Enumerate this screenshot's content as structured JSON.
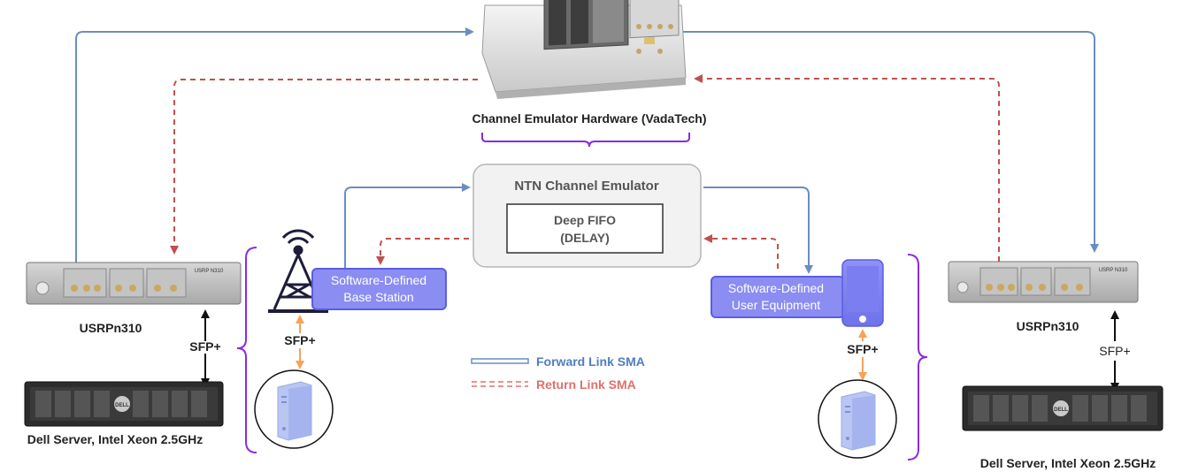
{
  "colors": {
    "forward": "#6a8ec3",
    "return": "#c0504d",
    "sfp_local": "#f5a25a",
    "brace": "#8a2be2",
    "device_box": "#8b8df2",
    "device_box_border": "#5a5ee0",
    "emulator_fill": "#f2f2f2",
    "emulator_border": "#b5b5b5",
    "text_dark": "#222222",
    "text_emulator": "#555555",
    "legend_forward_text": "#4f7ec0",
    "legend_return_text": "#e0706a"
  },
  "labels": {
    "channel_emulator_hw": "Channel Emulator Hardware (VadaTech)",
    "ntn_emulator_title": "NTN Channel Emulator",
    "fifo_line1": "Deep FIFO",
    "fifo_line2": "(DELAY)",
    "bs_line1": "Software-Defined",
    "bs_line2": "Base Station",
    "ue_line1": "Software-Defined",
    "ue_line2": "User Equipment",
    "usrp_left": "USRPn310",
    "usrp_right": "USRPn310",
    "usrp_panel_brand": "USRP N310",
    "sfp_left": "SFP+",
    "sfp_bs": "SFP+",
    "sfp_ue": "SFP+",
    "sfp_right": "SFP+",
    "server_left": "Dell Server, Intel Xeon 2.5GHz",
    "server_right": "Dell Server, Intel Xeon 2.5GHz",
    "server_brand": "DELL",
    "legend_forward": "Forward Link SMA",
    "legend_return": "Return Link SMA"
  },
  "icons": {
    "hardware_chassis": "rack-chassis-icon",
    "base_station": "cell-tower-icon",
    "user_equipment": "smartphone-icon",
    "computer": "desktop-tower-icon",
    "usrp": "usrp-radio-icon",
    "server": "rack-server-icon"
  }
}
